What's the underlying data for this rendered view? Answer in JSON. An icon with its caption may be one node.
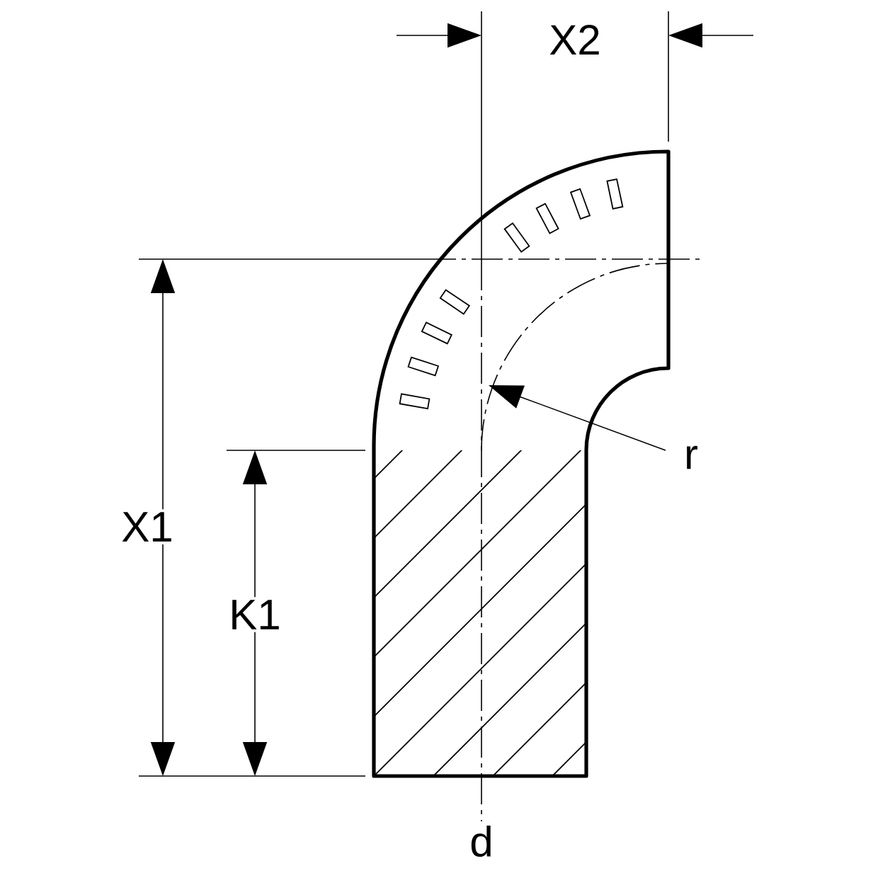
{
  "diagram": {
    "labels": [
      "X2",
      "X1",
      "K1",
      "r",
      "d"
    ]
  }
}
